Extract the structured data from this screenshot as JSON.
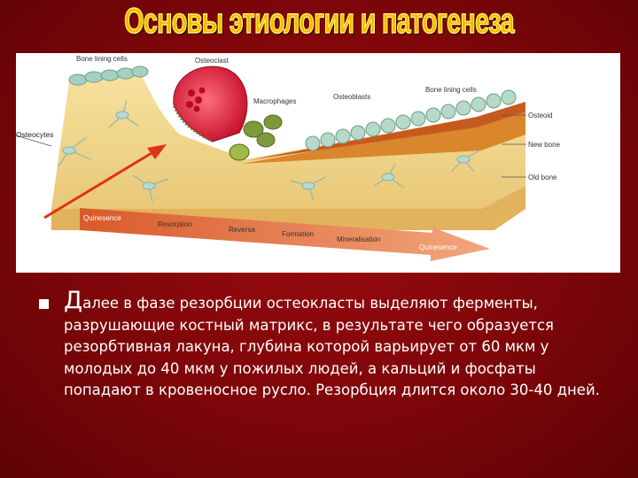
{
  "slide": {
    "title": "Основы этиологии и патогенеза"
  },
  "diagram": {
    "labels": {
      "bone_lining_cells_left": "Bone lining cells",
      "osteoclast": "Osteoclast",
      "osteoblasts": "Osteoblasts",
      "bone_lining_cells_right": "Bone lining cells",
      "macrophages": "Macrophages",
      "osteocytes": "Osteocytes",
      "osteoid": "Osteoid",
      "new_bone": "New bone",
      "old_bone": "Old bone"
    },
    "phases": {
      "quinesence_start": "Quinesence",
      "resorption": "Resorption",
      "reversa": "Reversa",
      "formation": "Formation",
      "mineralisation": "Mineralisation",
      "quinesence_end": "Quinesence"
    },
    "colors": {
      "old_bone": "#f0d78a",
      "new_bone": "#d9862c",
      "osteoid": "#c65a1e",
      "osteoclast": "#e2223c",
      "macrophage": "#7c9a3b",
      "arrow_band": "#e8794a",
      "pointer_arrow": "#e03216"
    }
  },
  "body_text": {
    "dropcap": "Д",
    "paragraph": "алее в фазе резорбции остеокласты выделяют ферменты, разрушающие  костный  матрикс, в результате чего образуется резорбтивная лакуна, глубина которой варьирует от 60 мкм у молодых до 40 мкм у пожилых людей, а кальций и фосфаты попадают в кровеносное русло. Резорбция длится около 30-40 дней."
  }
}
